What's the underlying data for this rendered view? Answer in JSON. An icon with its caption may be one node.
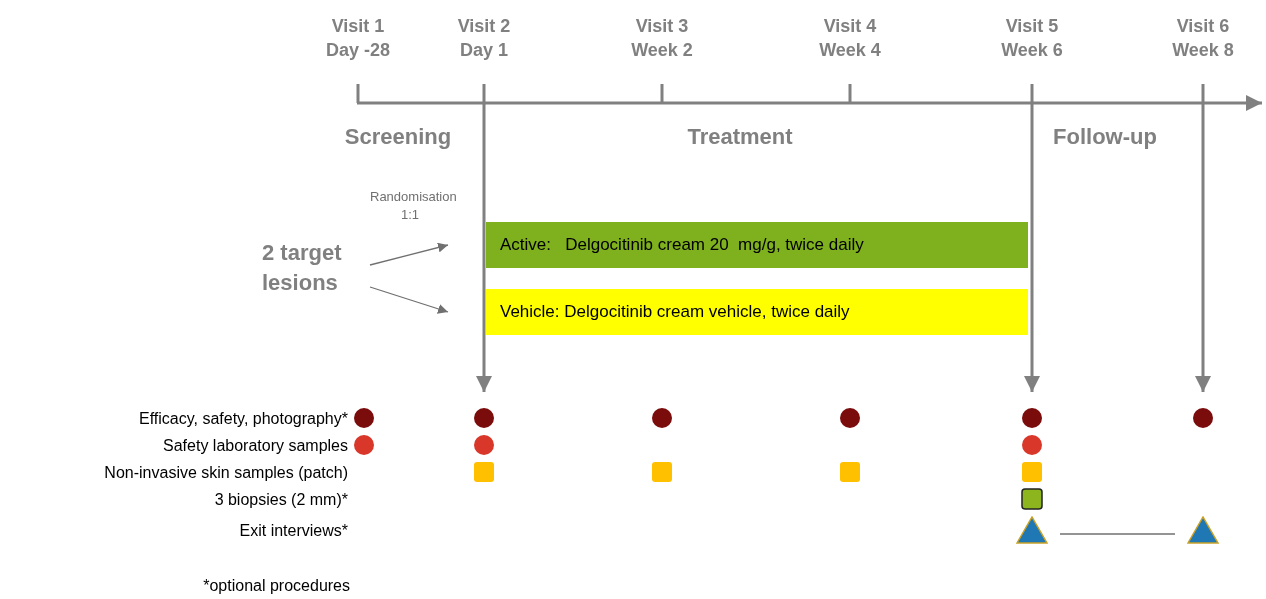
{
  "diagram": {
    "nodes": [
      {
        "text": [
          "2 target lesions"
        ]
      },
      {
        "text": [
          "Active:   Delgocitinib cream 20  mg/g, twice daily"
        ]
      },
      {
        "text": [
          "Vehicle: Delgocitinib cream vehicle, twice daily"
        ]
      },
      {
        "text": [],
        "shape": "triangle"
      },
      {
        "text": [],
        "shape": "triangle"
      }
    ],
    "edges": [
      {
        "from": 0,
        "to": 1,
        "arrow": "to"
      },
      {
        "from": 0,
        "to": 2,
        "arrow": "to"
      },
      {
        "from": 3,
        "to": 4,
        "arrow": "none"
      }
    ],
    "labels": [
      "Visit 1 Day -28",
      "Visit 2 Day 1",
      "Visit 3 Week 2",
      "Visit 4 Week 4",
      "Visit 5 Week 6",
      "Visit 6 Week 8",
      "Screening",
      "Treatment",
      "Follow-up",
      "Randomisation 1:1",
      "Efficacy, safety, photography*",
      "Safety laboratory samples",
      "Non-invasive skin samples (patch)",
      "3 biopsies (2 mm)*",
      "Exit interviews*",
      "*optional procedures"
    ]
  }
}
